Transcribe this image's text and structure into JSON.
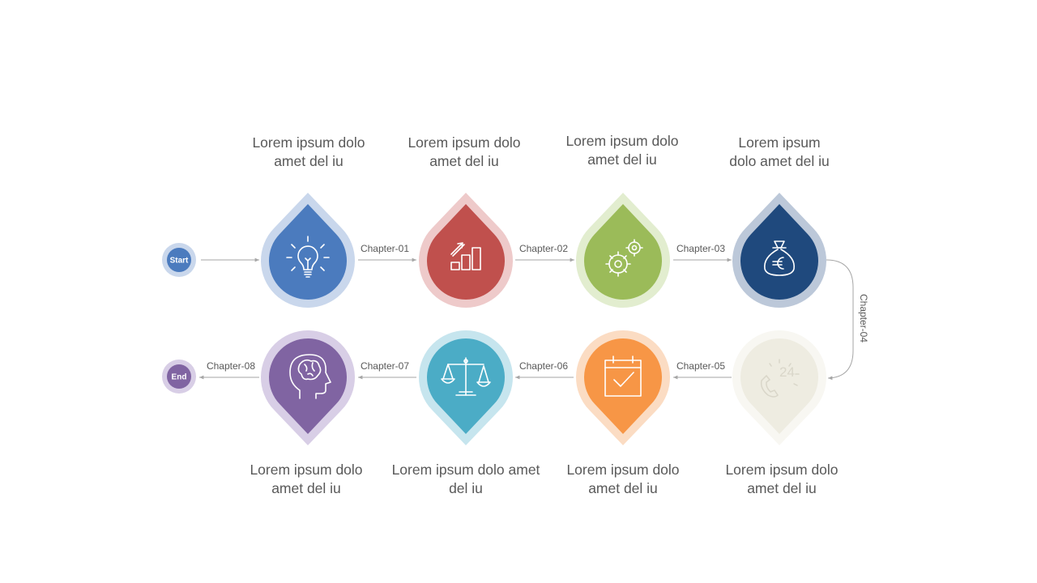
{
  "start_label": "Start",
  "end_label": "End",
  "chapters": [
    "Chapter-01",
    "Chapter-02",
    "Chapter-03",
    "Chapter-04",
    "Chapter-05",
    "Chapter-06",
    "Chapter-07",
    "Chapter-08"
  ],
  "steps": [
    {
      "icon": "lightbulb-icon",
      "caption": [
        "Lorem ipsum dolo",
        "amet del iu"
      ],
      "fill": "#4B7BBE",
      "ring": "#C9D7EC"
    },
    {
      "icon": "growth-chart-icon",
      "caption": [
        "Lorem ipsum dolo",
        "amet del iu"
      ],
      "fill": "#C0504D",
      "ring": "#EECACA"
    },
    {
      "icon": "gears-icon",
      "caption": [
        "Lorem ipsum dolo",
        "amet del iu"
      ],
      "fill": "#9BBB59",
      "ring": "#E2EDCF"
    },
    {
      "icon": "money-bag-icon",
      "caption": [
        "Lorem ipsum",
        "dolo amet del iu"
      ],
      "fill": "#1F497D",
      "ring": "#BCC8D9"
    },
    {
      "icon": "phone-24-icon",
      "caption": [
        "Lorem ipsum dolo",
        "amet del iu"
      ],
      "fill": "#EEECE1",
      "ring": "#F8F7F2"
    },
    {
      "icon": "calendar-icon",
      "caption": [
        "Lorem ipsum dolo",
        "amet del iu"
      ],
      "fill": "#F79646",
      "ring": "#FBDCC3"
    },
    {
      "icon": "scales-icon",
      "caption": [
        "Lorem ipsum dolo amet",
        "del iu"
      ],
      "fill": "#4BACC6",
      "ring": "#C6E5EE"
    },
    {
      "icon": "head-brain-icon",
      "caption": [
        "Lorem ipsum dolo",
        "amet del iu"
      ],
      "fill": "#8064A2",
      "ring": "#D8CEE6"
    }
  ],
  "colors": {
    "start": "#4B7BBE",
    "start_ring": "#C9D7EC",
    "end": "#8064A2",
    "end_ring": "#D8CEE6",
    "connector": "#A6A6A6",
    "text": "#595959"
  }
}
